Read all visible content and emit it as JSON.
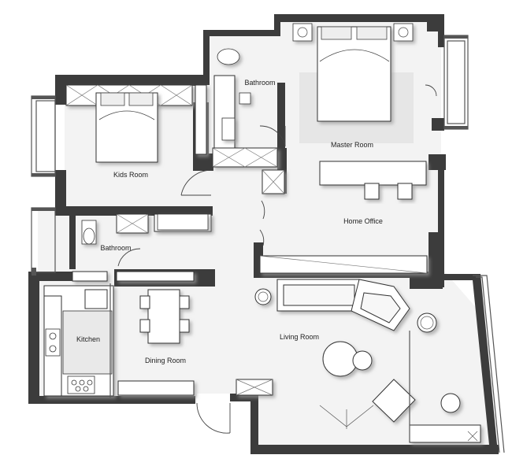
{
  "rooms": {
    "kids_room": "Kids Room",
    "master_room": "Master Room",
    "bathroom_top": "Bathroom",
    "bathroom_left": "Bathroom",
    "home_office": "Home Office",
    "kitchen": "Kitchen",
    "dining_room": "Dining Room",
    "living_room": "Living Room"
  },
  "colors": {
    "wall": "#3c3c3c",
    "floor": "#f2f2f2",
    "furniture": "#ffffff",
    "shadow": "#bdbdbd"
  }
}
